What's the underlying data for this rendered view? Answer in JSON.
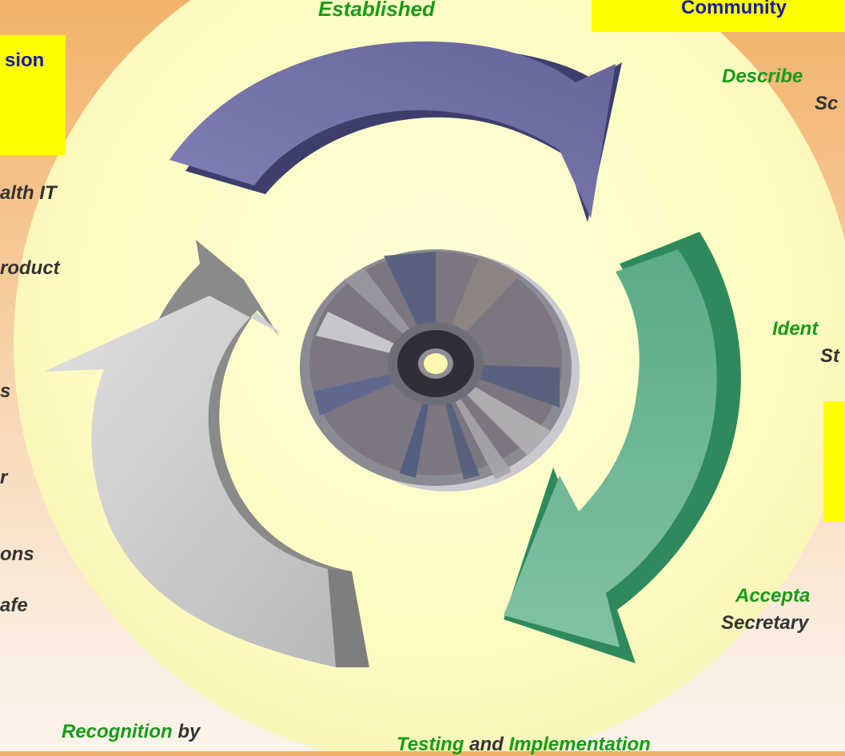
{
  "top": {
    "established": "Established",
    "community": "Community"
  },
  "right": {
    "described_green": "Describe",
    "described_rest": "Sc",
    "identified_green": "Ident",
    "identified_rest": "St",
    "acceptance_green": "Accepta",
    "acceptance_rest": "Secretary"
  },
  "left": {
    "box_title": "sion",
    "items": [
      "alth IT",
      "roduct",
      "s",
      "r",
      "ons",
      "afe"
    ]
  },
  "bottom": {
    "recognition_green": "Recognition",
    "recognition_rest": " by",
    "testing_green": "Testing",
    "testing_mid": " and ",
    "testing_green2": "Implementation"
  },
  "colors": {
    "arrow_blue": "#6e6ea3",
    "arrow_green": "#6ab491",
    "arrow_grey": "#c4c4c4",
    "circle_fill": "#fdfbc4",
    "label_green": "#179b17",
    "highlight": "#ffff00"
  },
  "icons": [
    "cycle-arrow-top",
    "cycle-arrow-right",
    "cycle-arrow-left",
    "compact-disc"
  ]
}
